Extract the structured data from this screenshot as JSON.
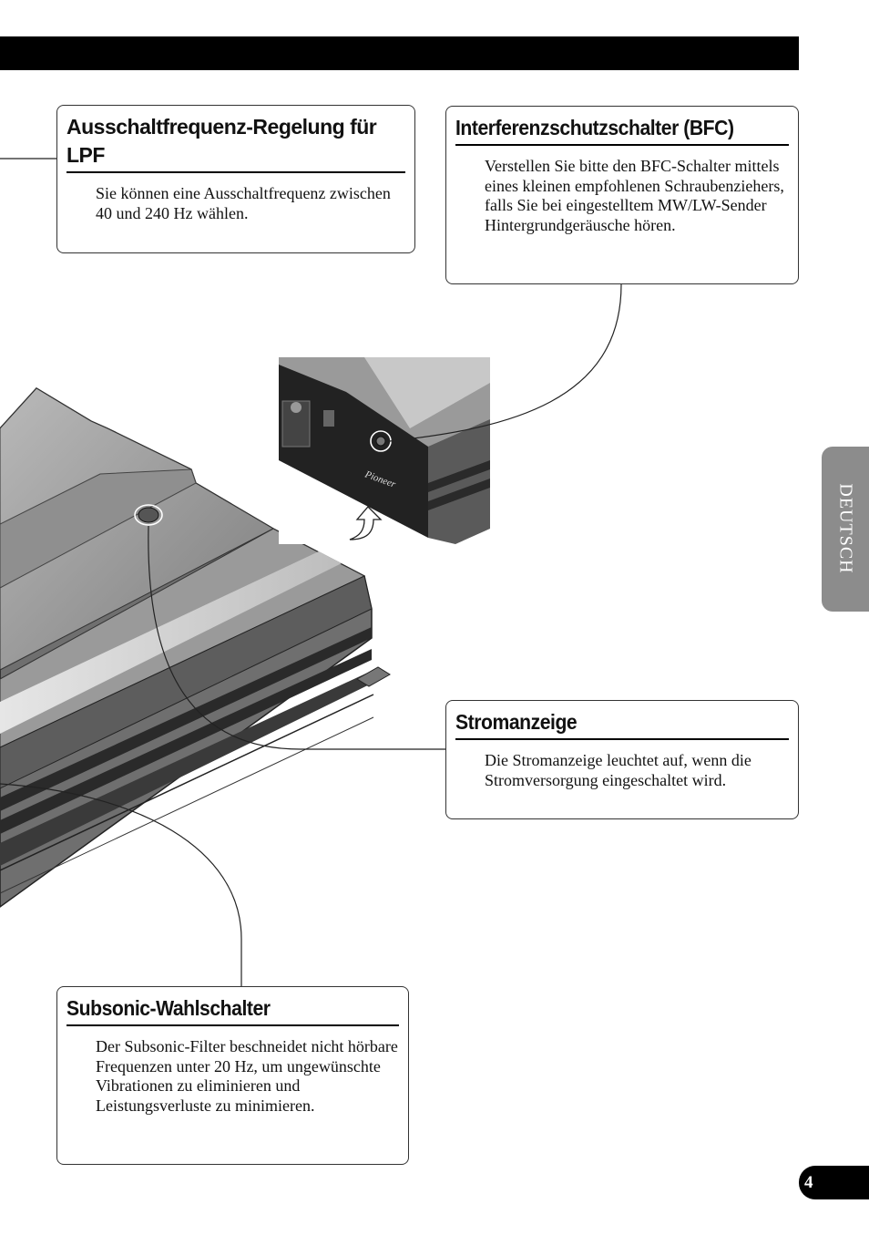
{
  "callouts": {
    "lpf": {
      "title": "Ausschaltfrequenz-Regelung für LPF",
      "body": "Sie können eine Ausschaltfrequenz zwischen 40 und 240 Hz wählen."
    },
    "bfc": {
      "title": "Interferenzschutzschalter (BFC)",
      "body": "Verstellen Sie bitte den BFC-Schalter mittels eines kleinen empfohlenen Schraubenziehers, falls Sie bei eingestelltem MW/LW-Sender Hintergrundgeräusche hören."
    },
    "power": {
      "title": "Stromanzeige",
      "body": "Die Stromanzeige leuchtet auf, wenn die Stromversorgung eingeschaltet wird."
    },
    "subsonic": {
      "title": "Subsonic-Wahlschalter",
      "body": "Der Subsonic-Filter beschneidet nicht hörbare Frequenzen unter 20 Hz, um ungewünschte Vibrationen zu eliminieren und Leistungsverluste zu minimieren."
    }
  },
  "side_tab": "DEUTSCH",
  "page_number": "4",
  "brand": "Pioneer"
}
